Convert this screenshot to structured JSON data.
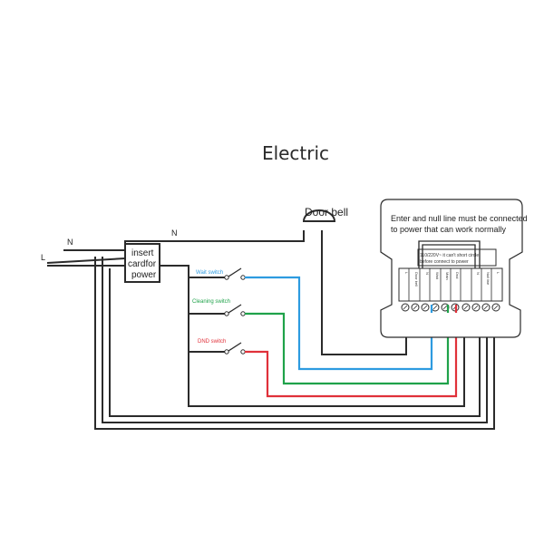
{
  "title": "Electric",
  "labels": {
    "line": "L",
    "neutral_left": "N",
    "neutral_top": "N",
    "door_bell": "Door bell",
    "card_box": [
      "insert",
      "cardfor",
      "power"
    ],
    "wait_switch": "Wait switch",
    "cleaning_switch": "Cleaning switch",
    "dnd_switch": "DND switch",
    "panel_note": [
      "Enter and null line must be connected",
      "to power that can work normally"
    ],
    "panel_warn": [
      "110/220V~ it can't short circle",
      "before connect to power"
    ],
    "terminals": [
      "L",
      "Door bell",
      "N",
      "Wait",
      "Main",
      "Dnd",
      "",
      "N",
      "Null line",
      "L"
    ]
  },
  "colors": {
    "wire": "#2b2b2b",
    "wait": "#2d9be0",
    "cleaning": "#1fa24a",
    "dnd": "#e0313a"
  }
}
